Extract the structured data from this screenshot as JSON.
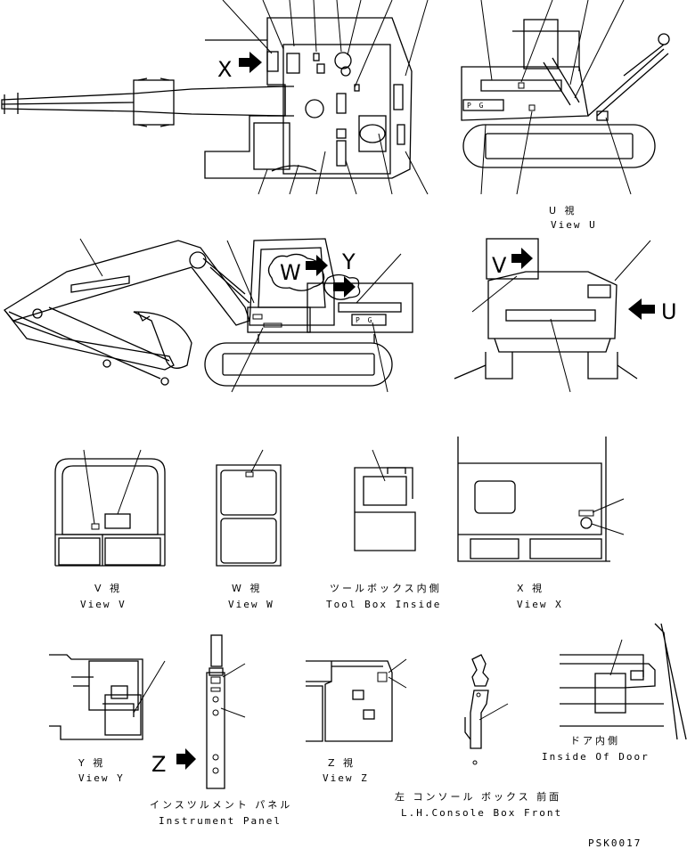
{
  "view_letters": {
    "x": "X",
    "y": "Y",
    "w": "W",
    "v": "V",
    "u": "U",
    "z": "Z"
  },
  "plate_text": "P G",
  "captions": {
    "view_u_jp": "U 視",
    "view_u_en": "View U",
    "view_v_jp": "V 視",
    "view_v_en": "View V",
    "view_w_jp": "W 視",
    "view_w_en": "View W",
    "toolbox_jp": "ツールボックス内側",
    "toolbox_en": "Tool Box Inside",
    "view_x_jp": "X 視",
    "view_x_en": "View X",
    "view_y_jp": "Y 視",
    "view_y_en": "View Y",
    "instrument_jp": "インスツルメント パネル",
    "instrument_en": "Instrument Panel",
    "view_z_jp": "Z 視",
    "view_z_en": "View Z",
    "console_jp": "左 コンソール ボックス 前面",
    "console_en": "L.H.Console Box Front",
    "door_jp": "ドア内側",
    "door_en": "Inside Of Door"
  },
  "part_code": "PSK0017"
}
